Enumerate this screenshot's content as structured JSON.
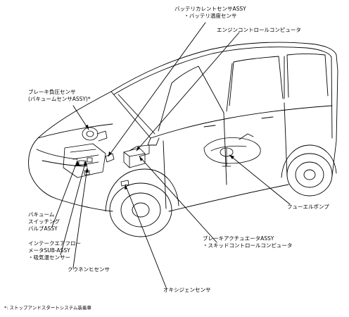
{
  "labels": {
    "battery_current_sensor": [
      "バッテリカレントセンサASSY",
      "・バッテリ温度センサ"
    ],
    "engine_ecu": "エンジンコントロールコンピュータ",
    "brake_booster_sensor": [
      "ブレーキ負圧センサ",
      "(バキュームセンサASSY)*"
    ],
    "fuel_pump": "フューエルポンプ",
    "vacuum_switching_valve": [
      "バキューム",
      "スイッチング",
      "バルブASSY"
    ],
    "brake_actuator": [
      "ブレーキアクチュエータASSY",
      "・スキッドコントロールコンピュータ"
    ],
    "intake_air_flow_meter": [
      "インテークエアフロー",
      "メータSUB-ASSY",
      "・吸気温センサー"
    ],
    "crank_sensor": "クウネンヒセンサ",
    "oxygen_sensor": "オキシジェンセンサ"
  },
  "footnote": "*: ストップアンドスタートシステム装着車"
}
